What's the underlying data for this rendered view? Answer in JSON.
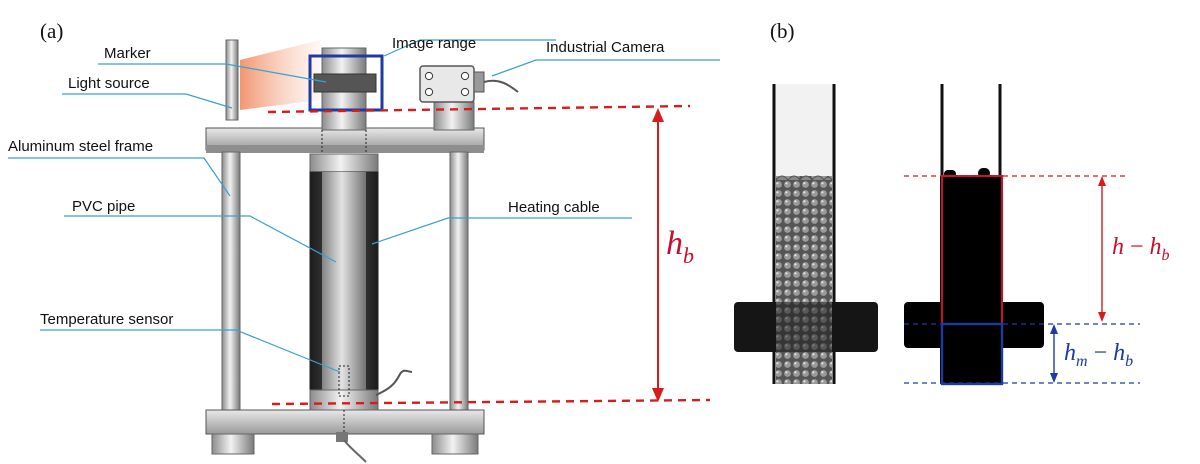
{
  "panel_a": {
    "tag": "(a)",
    "labels": {
      "marker": "Marker",
      "light_source": "Light source",
      "frame": "Aluminum steel frame",
      "pvc_pipe": "PVC pipe",
      "temp_sensor": "Temperature sensor",
      "image_range": "Image range",
      "camera": "Industrial Camera",
      "heating_cable": "Heating cable"
    },
    "hb": {
      "base": "h",
      "sub": "b"
    }
  },
  "panel_b": {
    "tag": "(b)",
    "upper_expr": {
      "h": "h",
      "minus": " − ",
      "hb": "h",
      "sub": "b"
    },
    "lower_expr": {
      "hm": "h",
      "msub": "m",
      "minus": " − ",
      "hb": "h",
      "sub": "b"
    }
  },
  "colors": {
    "red": "#c8102e",
    "blue": "#1f3aa0",
    "leader": "#3aa0d0",
    "light": "#f0a080"
  }
}
